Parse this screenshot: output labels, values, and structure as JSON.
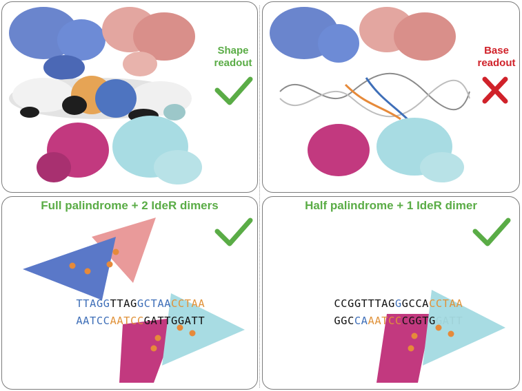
{
  "panels": {
    "shape": {
      "label_line1": "Shape",
      "label_line2": "readout",
      "result": "check"
    },
    "base": {
      "label_line1": "Base",
      "label_line2": "readout",
      "result": "cross"
    },
    "full": {
      "title": "Full palindrome + 2 IdeR dimers",
      "seq_top": [
        {
          "t": "TTAGG",
          "c": "cB"
        },
        {
          "t": "TTAG",
          "c": "cK"
        },
        {
          "t": "GCTAA",
          "c": "cB"
        },
        {
          "t": "CCTAA",
          "c": "cO"
        }
      ],
      "seq_bottom": [
        {
          "t": "AATCC",
          "c": "cB"
        },
        {
          "t": "AATCC",
          "c": "cO"
        },
        {
          "t": "GATT",
          "c": "cK"
        },
        {
          "t": "GGATT",
          "c": "cK"
        }
      ]
    },
    "half": {
      "title": "Half palindrome + 1 IdeR dimer",
      "seq_top": [
        {
          "t": "CCGGTTTAG",
          "c": "cK"
        },
        {
          "t": "G",
          "c": "cB"
        },
        {
          "t": "GCCA",
          "c": "cK"
        },
        {
          "t": "CCTAA",
          "c": "cO"
        }
      ],
      "seq_bottom": [
        {
          "t": "GGC",
          "c": "cK"
        },
        {
          "t": "CA",
          "c": "cB"
        },
        {
          "t": "AATCC",
          "c": "cO"
        },
        {
          "t": "CGGTG",
          "c": "cK"
        },
        {
          "t": "GATT",
          "c": "cT"
        }
      ]
    }
  },
  "colors": {
    "blue": "#5a78c8",
    "salmon": "#e99a9a",
    "magenta": "#c2397f",
    "cyan": "#a8dce3",
    "orange": "#e68a3a",
    "green": "#5aac46",
    "red": "#d0222a"
  }
}
